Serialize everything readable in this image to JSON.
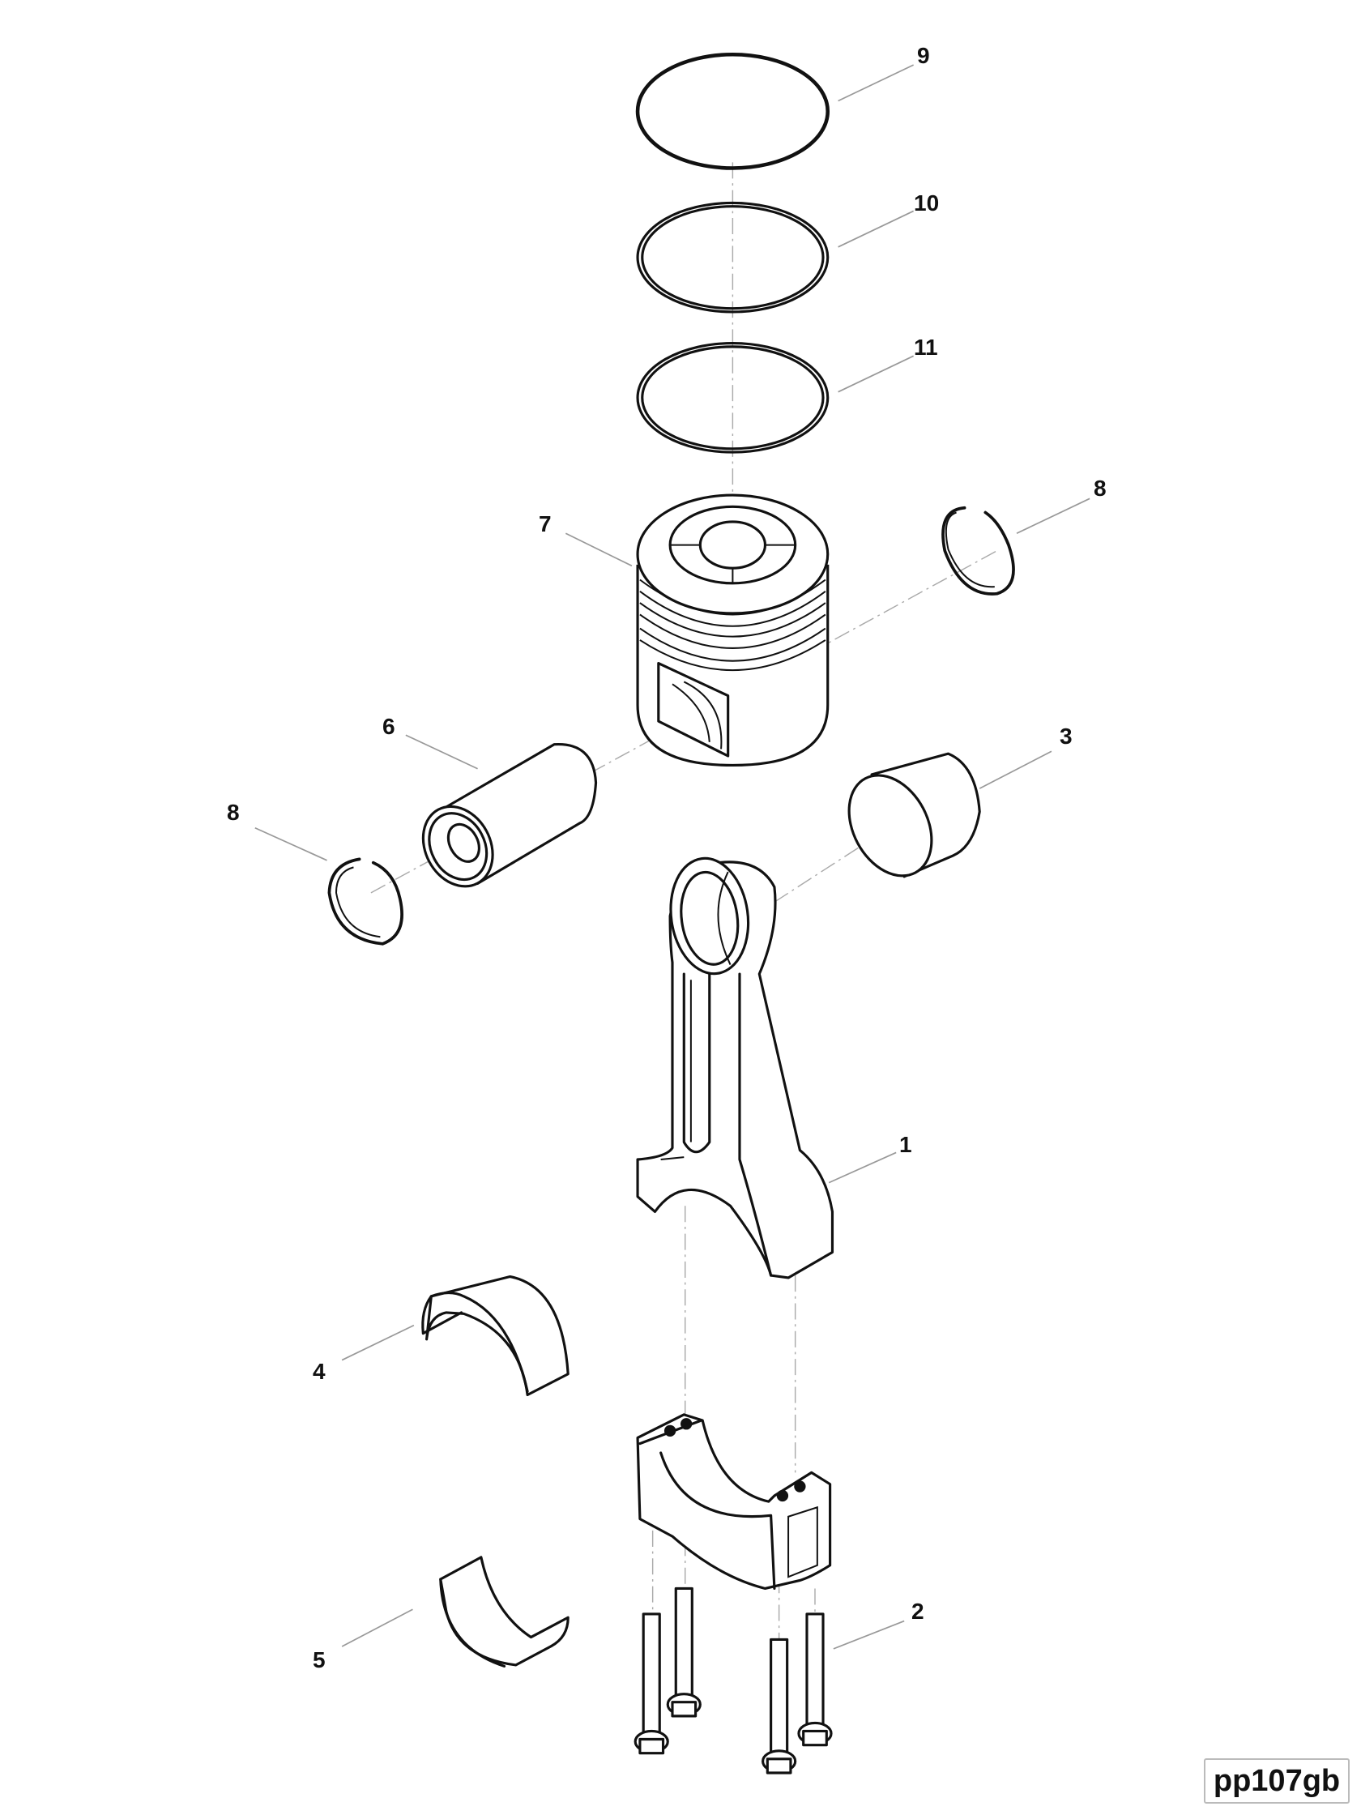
{
  "diagram": {
    "type": "exploded parts view",
    "subject": "piston and connecting rod assembly",
    "reference_code": "pp107gb",
    "callouts": [
      {
        "id": "c9",
        "label": "9",
        "part": "piston ring (top)"
      },
      {
        "id": "c10",
        "label": "10",
        "part": "piston ring (second)"
      },
      {
        "id": "c11",
        "label": "11",
        "part": "piston ring (oil)"
      },
      {
        "id": "c7",
        "label": "7",
        "part": "piston"
      },
      {
        "id": "c8a",
        "label": "8",
        "part": "circlip (right)"
      },
      {
        "id": "c6",
        "label": "6",
        "part": "piston pin"
      },
      {
        "id": "c8b",
        "label": "8",
        "part": "circlip (left)"
      },
      {
        "id": "c3",
        "label": "3",
        "part": "small end bushing"
      },
      {
        "id": "c1",
        "label": "1",
        "part": "connecting rod"
      },
      {
        "id": "c4",
        "label": "4",
        "part": "bearing shell (upper)"
      },
      {
        "id": "c5",
        "label": "5",
        "part": "bearing shell (lower)"
      },
      {
        "id": "c2",
        "label": "2",
        "part": "connecting rod bolts"
      }
    ]
  }
}
